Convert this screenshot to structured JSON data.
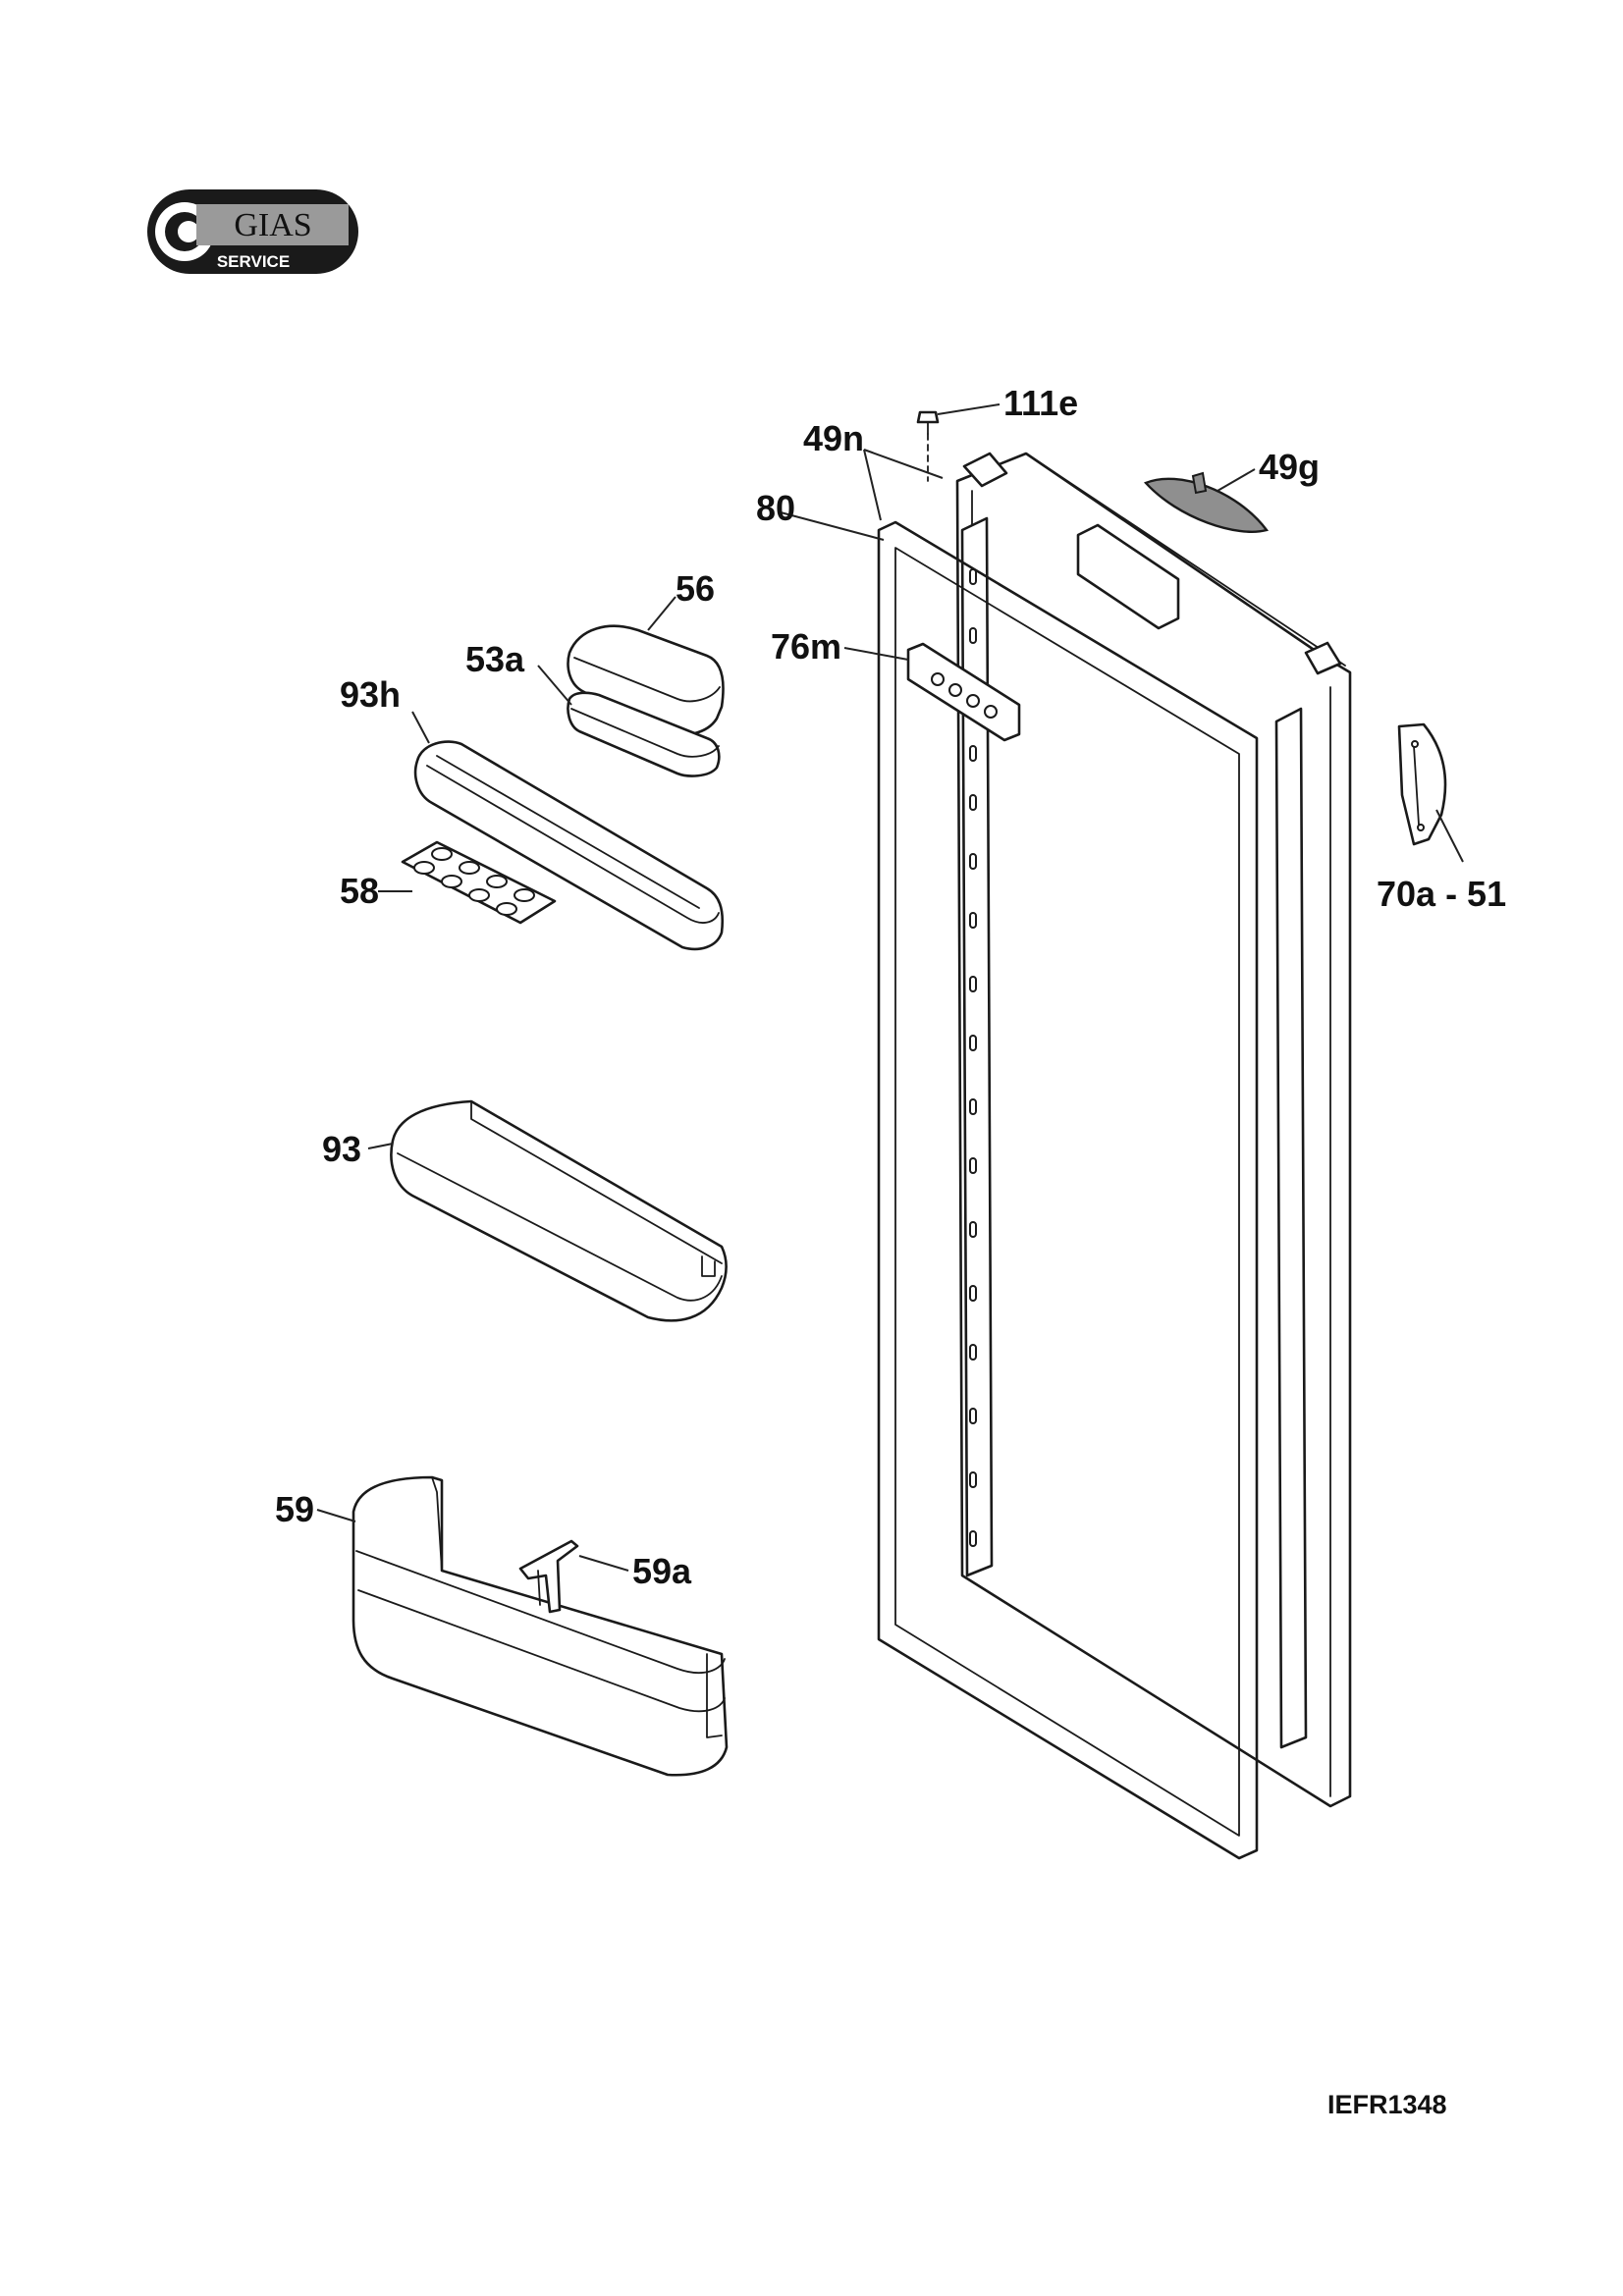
{
  "logo": {
    "brand": "GIAS",
    "tagline": "SERVICE"
  },
  "parts": {
    "p111e": "111e",
    "p49n": "49n",
    "p49g": "49g",
    "p80": "80",
    "p56": "56",
    "p53a": "53a",
    "p76m": "76m",
    "p93h": "93h",
    "p58": "58",
    "p70a_51": "70a - 51",
    "p93": "93",
    "p59": "59",
    "p59a": "59a"
  },
  "drawing_code": "IEFR1348",
  "colors": {
    "ink": "#111111",
    "logo_bg": "#1a1a1a",
    "logo_plate": "#9a9a9a",
    "filled_part": "#8f8f8f"
  }
}
